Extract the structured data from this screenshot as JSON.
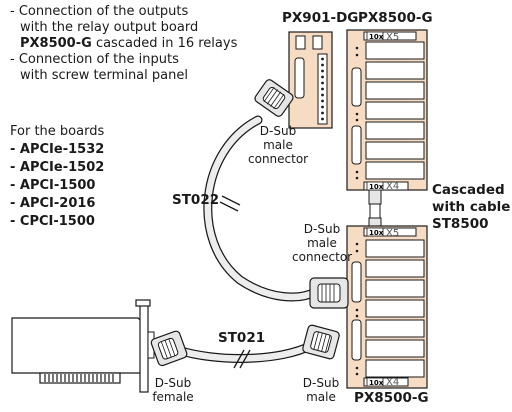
{
  "intro": {
    "line1": "- Connection of the outputs",
    "line2": "with the relay output board",
    "line3_bold": "PX8500-G",
    "line3_rest": " cascaded in 16 relays",
    "line4": "- Connection of the inputs",
    "line5": "with screw terminal panel"
  },
  "boards": {
    "heading": "For the boards",
    "items": [
      "- APCIe-1532",
      "- APCIe-1502",
      "- APCI-1500",
      "- APCI-2016",
      "- CPCI-1500"
    ]
  },
  "board_labels": {
    "px901": "PX901-DG",
    "px8500_top": "PX8500-G",
    "px8500_bottom": "PX8500-G"
  },
  "connector_labels": {
    "x5": "X5",
    "x4": "X4",
    "tag": "10x"
  },
  "cables": {
    "st022": "ST022",
    "st021": "ST021",
    "cascaded_line1": "Cascaded",
    "cascaded_line2": "with cable",
    "cascaded_line3": "ST8500"
  },
  "dsub": {
    "top_male_1": "D-Sub",
    "top_male_2": "male",
    "top_male_3": "connector",
    "mid_male_1": "D-Sub",
    "mid_male_2": "male",
    "mid_male_3": "connector",
    "female_1": "D-Sub",
    "female_2": "female",
    "male_1": "D-Sub",
    "male_2": "male"
  },
  "colors": {
    "board_fill": "#f7dcc4",
    "outline": "#1a1a1a",
    "cable_fill": "#e6e6e6"
  }
}
